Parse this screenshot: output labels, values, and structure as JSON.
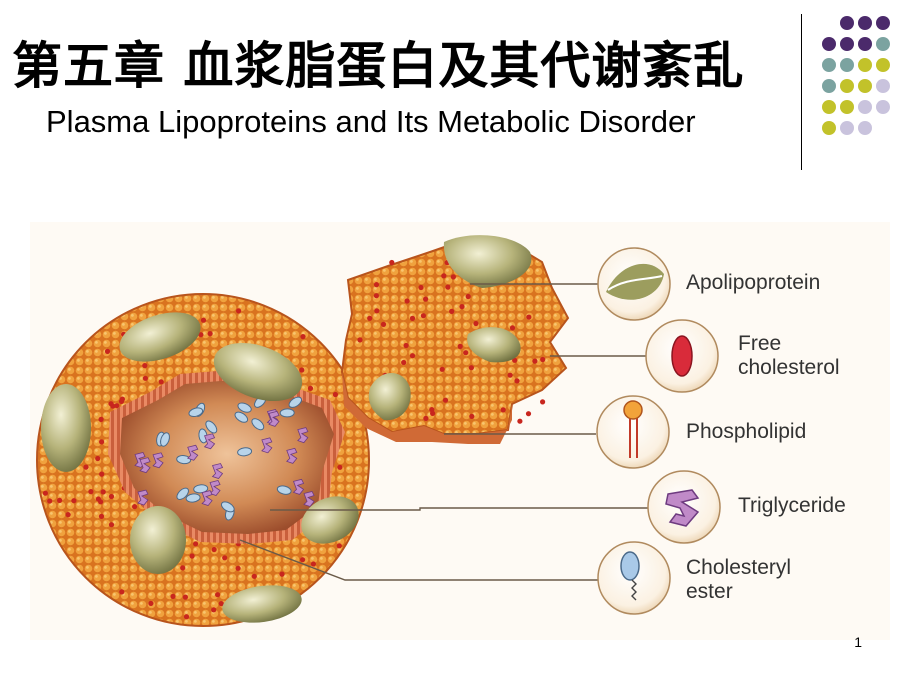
{
  "slide": {
    "title_zh": "第五章  血浆脂蛋白及其代谢紊乱",
    "title_en": "Plasma Lipoproteins and Its Metabolic Disorder",
    "page_number": "1"
  },
  "diagram": {
    "legend": [
      {
        "key": "apolipoprotein",
        "lines": [
          "Apolipoprotein"
        ]
      },
      {
        "key": "free_cholesterol",
        "lines": [
          "Free",
          "cholesterol"
        ]
      },
      {
        "key": "phospholipid",
        "lines": [
          "Phospholipid"
        ]
      },
      {
        "key": "triglyceride",
        "lines": [
          "Triglyceride"
        ]
      },
      {
        "key": "cholesteryl_ester",
        "lines": [
          "Cholesteryl",
          "ester"
        ]
      }
    ]
  },
  "colors": {
    "dot_purple": "#4b2a6b",
    "dot_teal": "#7ba3a0",
    "dot_olive": "#c2c22a",
    "dot_lavender": "#c9c3dd",
    "shell_orange": "#e8902f",
    "core_brown": "#c57a45",
    "apoprotein_olive": "#8e8f55",
    "triglyceride_pink": "#c08ac8",
    "cholesterol_red": "#d92b3a"
  }
}
